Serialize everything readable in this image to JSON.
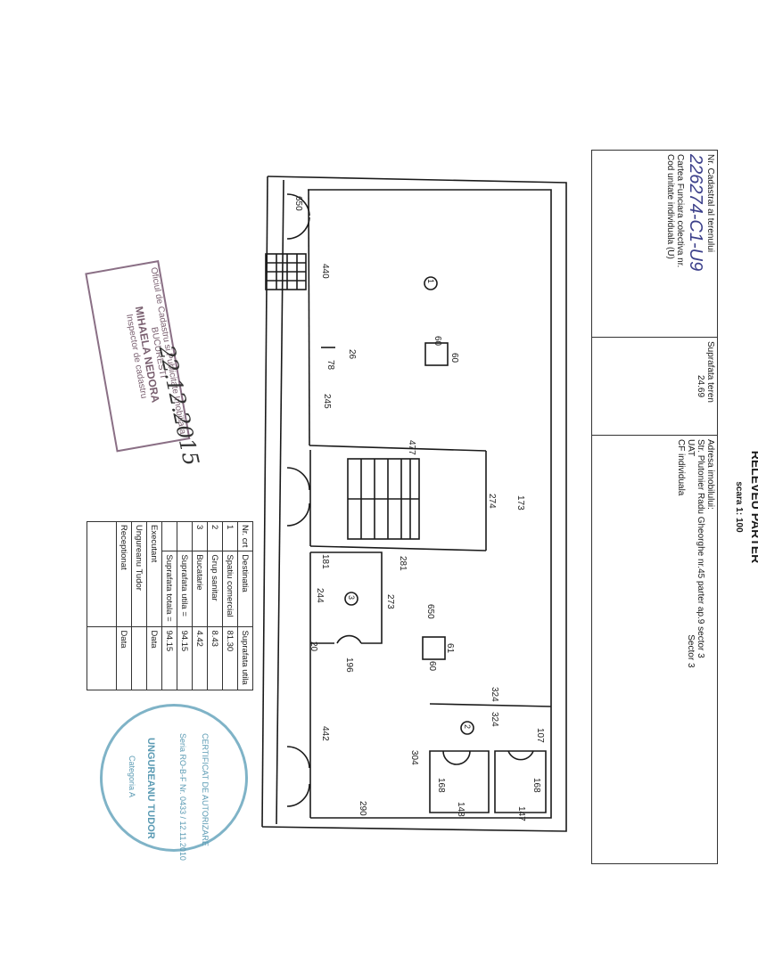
{
  "header": {
    "title": "RELEVEU PARTER",
    "scale": "scara 1: 100",
    "nr_cadastral_label": "Nr. Cadastral al terenului",
    "nr_cadastral_value": "226274-C1-U9",
    "suprafata_label": "Suprafata teren",
    "suprafata_value": "24.69",
    "adresa_label": "Adresa imobilului:",
    "adresa_value": "Str. Plutonier Radu Gheorghe  nr.45 parter ap.9  sector 3",
    "carte_label": "Cartea Funciara colectiva nr.",
    "uat_label": "UAT",
    "uat_value": "Sector 3",
    "cod_label": "Cod unitate individuala (U)",
    "cf_label": "CF individuala"
  },
  "legend": {
    "col_nr": "Nr. crt",
    "col_dest": "Destinatia",
    "col_supr": "Suprafata utila",
    "rows": [
      {
        "nr": "1",
        "dest": "Spatiu comercial",
        "supr": "81.30"
      },
      {
        "nr": "2",
        "dest": "Grup sanitar",
        "supr": "8.43"
      },
      {
        "nr": "3",
        "dest": "Bucatarie",
        "supr": "4.42"
      }
    ],
    "util_label": "Suprafata utila =",
    "util_value": "94.15",
    "total_label": "Suprafata totala =",
    "total_value": "94.15",
    "executant_label": "Executant",
    "executant_name": "Ungureanu Tudor",
    "data_label": "Data",
    "receptionat_label": "Receptionat",
    "data_label_2": "Data"
  },
  "rooms": {
    "r1": "1",
    "r2": "2",
    "r3": "3"
  },
  "dims": {
    "d650a": "650",
    "d440": "440",
    "d26": "26",
    "d78": "78",
    "d245": "245",
    "d477": "477",
    "d274": "274",
    "d173": "173",
    "d281": "281",
    "d181": "181",
    "d244": "244",
    "d273": "273",
    "d650b": "650",
    "d20": "20",
    "d196": "196",
    "d324a": "324",
    "d324b": "324",
    "d107": "107",
    "d442": "442",
    "d304": "304",
    "d168a": "168",
    "d168b": "168",
    "d148": "148",
    "d147": "147",
    "d290": "290",
    "p60a": "60",
    "p60b": "60",
    "p61": "61",
    "p60c": "60"
  },
  "stamp": {
    "line1": "Oficiul de Cadastru si Publicitate Imobiliara",
    "line2": "BUCURESTI",
    "line3": "MIHAELA NEDORA",
    "line4": "Inspector de cadastru"
  },
  "round_stamp": {
    "top": "CERTIFICAT DE AUTORIZARE",
    "mid": "Seria RO-B-F Nr. 0433 / 12.11.2010",
    "name": "UNGUREANU TUDOR",
    "cat": "Categoria A"
  },
  "handwriting": {
    "date": "22.12.2015"
  }
}
